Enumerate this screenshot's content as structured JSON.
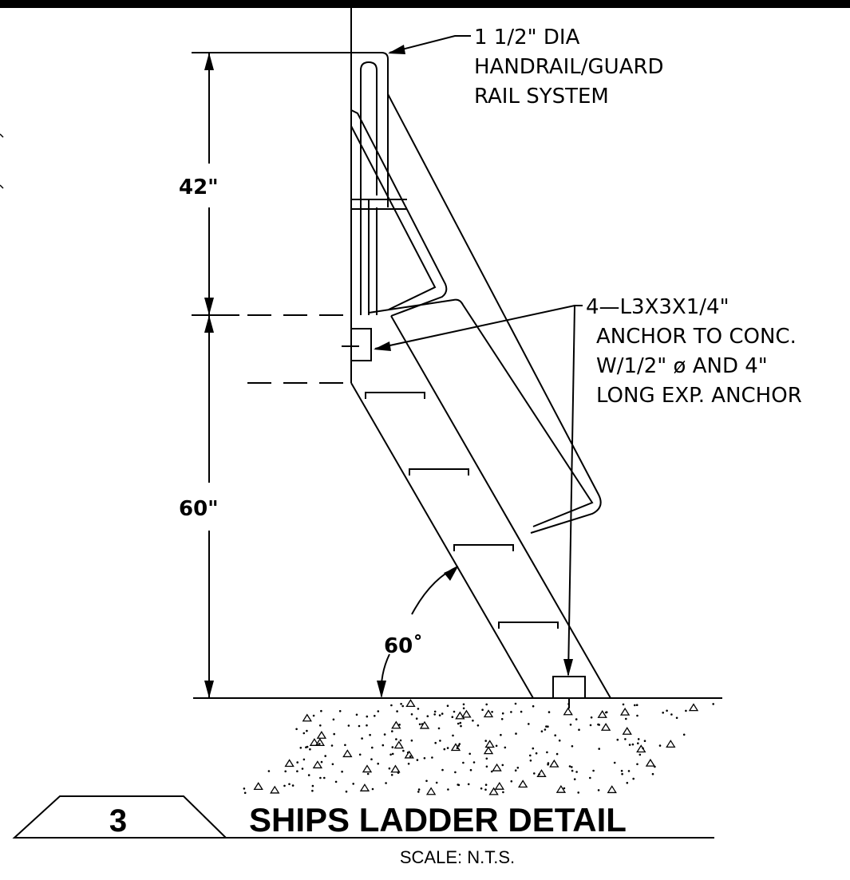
{
  "callouts": {
    "handrail": [
      "1 1/2\" DIA",
      "HANDRAIL/GUARD",
      "RAIL SYSTEM"
    ],
    "anchor": [
      "4—L3X3X1/4\"",
      "ANCHOR TO CONC.",
      "W/1/2\" ø AND 4\"",
      "LONG EXP. ANCHOR"
    ]
  },
  "dimensions": {
    "upper": "42\"",
    "lower": "60\"",
    "angle": "60˚"
  },
  "title_block": {
    "detail_number": "3",
    "title": "SHIPS LADDER DETAIL",
    "scale": "SCALE: N.T.S."
  }
}
